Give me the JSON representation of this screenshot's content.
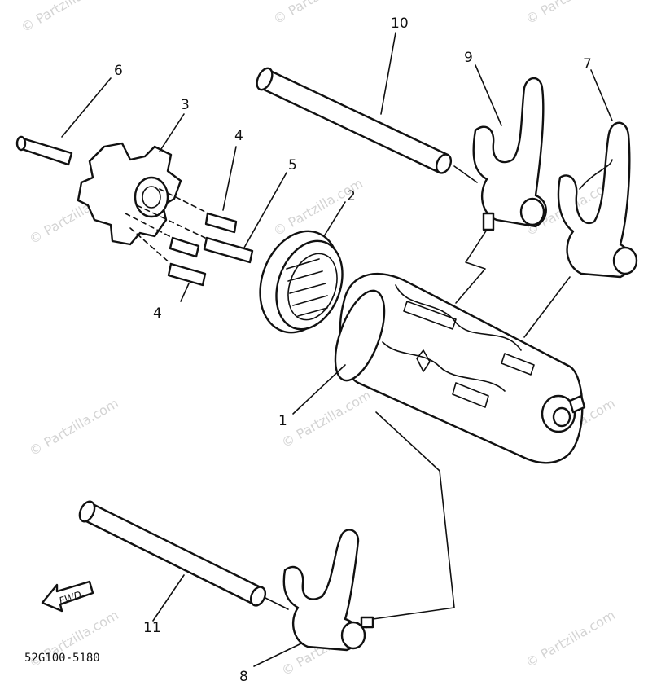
{
  "watermark": "© Partzilla.com",
  "diagram_code": "52G100-5180",
  "fwd_label": "FWD",
  "callouts": {
    "c1": "1",
    "c2": "2",
    "c3": "3",
    "c4a": "4",
    "c4b": "4",
    "c5": "5",
    "c6": "6",
    "c7": "7",
    "c8": "8",
    "c9": "9",
    "c10": "10",
    "c11": "11"
  },
  "colors": {
    "line": "#111111",
    "watermark": "#d4d4d4",
    "background": "#ffffff"
  }
}
